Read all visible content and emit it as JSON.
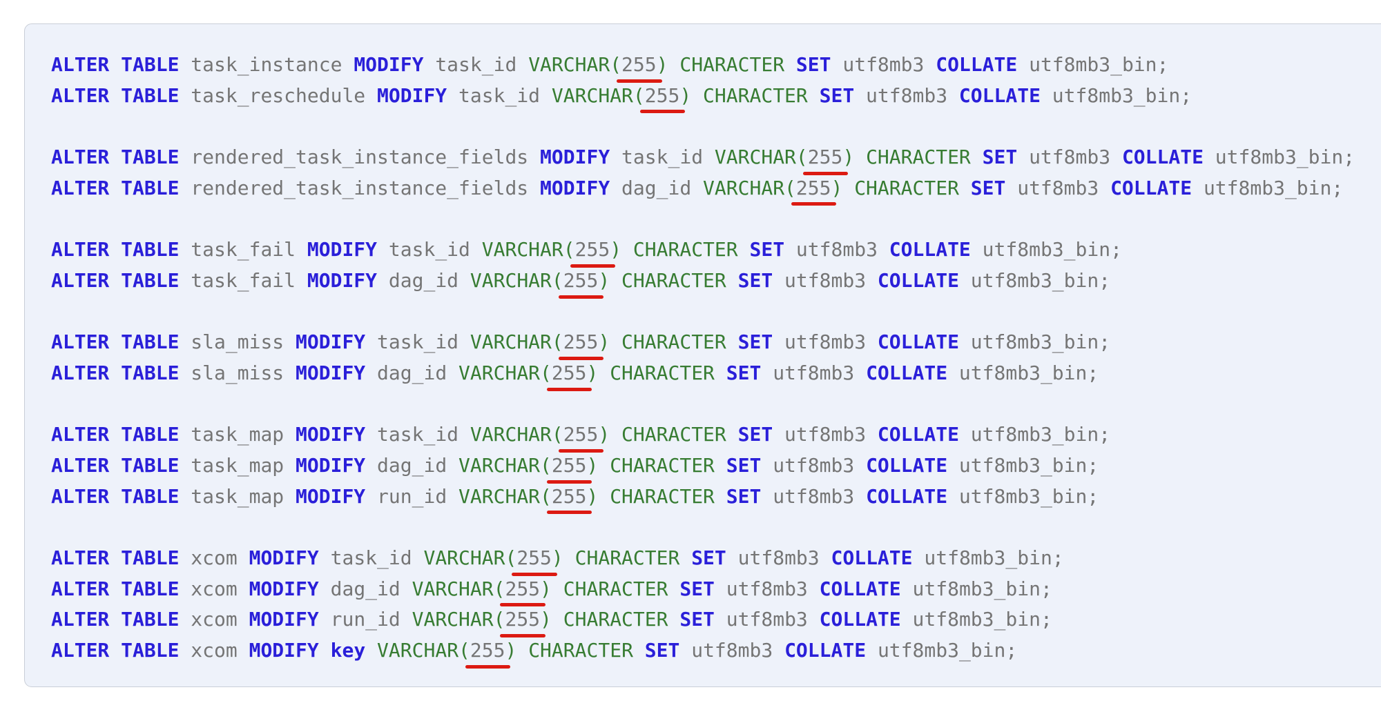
{
  "colors": {
    "panel_background": "#eef2fa",
    "panel_border": "#c9ced7",
    "keyword": "#2a1fd9",
    "identifier": "#757575",
    "type_token": "#377c32",
    "error_underline": "#dc1a12",
    "page_background": "#ffffff"
  },
  "code": {
    "language": "sql",
    "syntax": {
      "alter_table": "ALTER TABLE",
      "modify": "MODIFY",
      "varchar_open": "VARCHAR(",
      "size": "255",
      "paren_close": ")",
      "character": "CHARACTER",
      "set": "SET",
      "charset": "utf8mb3",
      "collate": "COLLATE",
      "collation_terminated": "utf8mb3_bin;"
    },
    "statement_groups": [
      [
        {
          "table": "task_instance",
          "column": "task_id"
        },
        {
          "table": "task_reschedule",
          "column": "task_id"
        }
      ],
      [
        {
          "table": "rendered_task_instance_fields",
          "column": "task_id"
        },
        {
          "table": "rendered_task_instance_fields",
          "column": "dag_id"
        }
      ],
      [
        {
          "table": "task_fail",
          "column": "task_id"
        },
        {
          "table": "task_fail",
          "column": "dag_id"
        }
      ],
      [
        {
          "table": "sla_miss",
          "column": "task_id"
        },
        {
          "table": "sla_miss",
          "column": "dag_id"
        }
      ],
      [
        {
          "table": "task_map",
          "column": "task_id"
        },
        {
          "table": "task_map",
          "column": "dag_id"
        },
        {
          "table": "task_map",
          "column": "run_id"
        }
      ],
      [
        {
          "table": "xcom",
          "column": "task_id"
        },
        {
          "table": "xcom",
          "column": "dag_id"
        },
        {
          "table": "xcom",
          "column": "run_id"
        },
        {
          "table": "xcom",
          "column": "key",
          "column_is_keyword": true
        }
      ]
    ]
  }
}
